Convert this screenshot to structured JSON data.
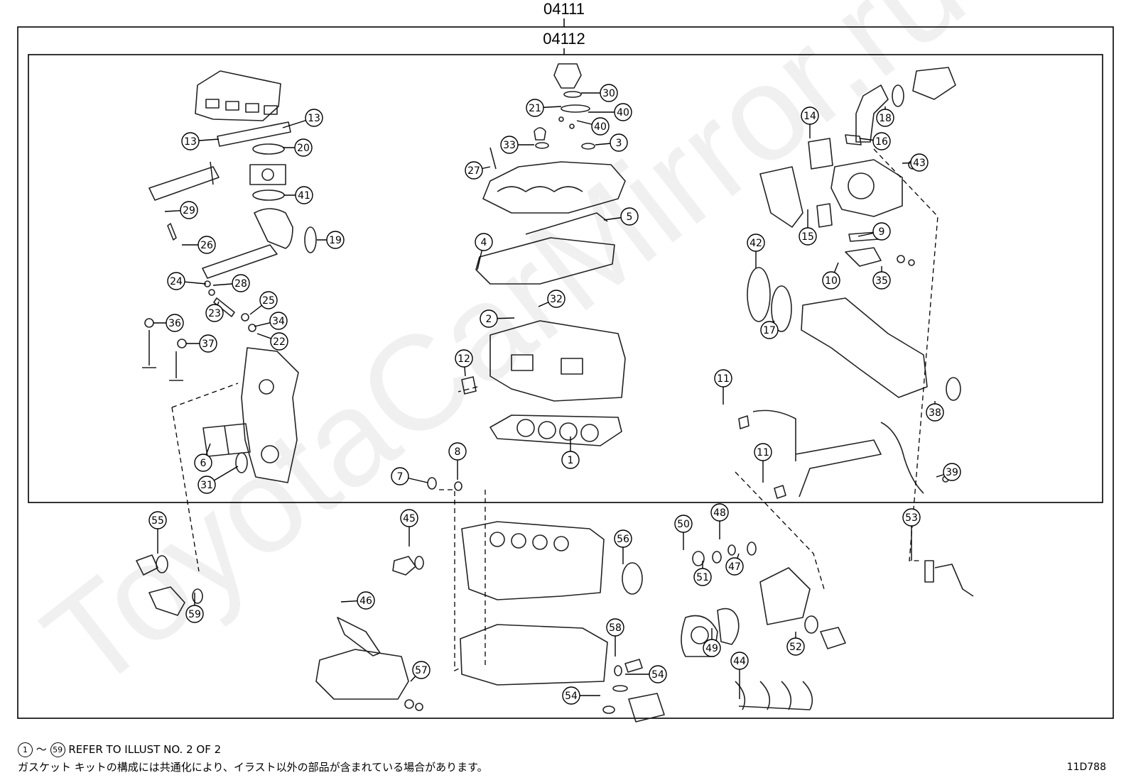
{
  "diagram": {
    "outer_assembly": "04111",
    "inner_assembly": "04112",
    "figure_code": "11D788",
    "watermark": "ToyotaCarMirror.ru",
    "footnote": {
      "range_start": "1",
      "range_sep": "～",
      "range_end": "59",
      "text": "REFER TO ILLUST NO. 2 OF 2",
      "jp_note": "ガスケット キットの構成には共通化により、イラスト以外の部品が含まれている場合があります。"
    },
    "callouts": [
      {
        "num": "13"
      },
      {
        "num": "13"
      },
      {
        "num": "20"
      },
      {
        "num": "41"
      },
      {
        "num": "19"
      },
      {
        "num": "29"
      },
      {
        "num": "26"
      },
      {
        "num": "24"
      },
      {
        "num": "28"
      },
      {
        "num": "23"
      },
      {
        "num": "25"
      },
      {
        "num": "34"
      },
      {
        "num": "22"
      },
      {
        "num": "36"
      },
      {
        "num": "37"
      },
      {
        "num": "6"
      },
      {
        "num": "31"
      },
      {
        "num": "30"
      },
      {
        "num": "21"
      },
      {
        "num": "40"
      },
      {
        "num": "40"
      },
      {
        "num": "33"
      },
      {
        "num": "3"
      },
      {
        "num": "27"
      },
      {
        "num": "5"
      },
      {
        "num": "4"
      },
      {
        "num": "32"
      },
      {
        "num": "2"
      },
      {
        "num": "12"
      },
      {
        "num": "1"
      },
      {
        "num": "8"
      },
      {
        "num": "7"
      },
      {
        "num": "18"
      },
      {
        "num": "14"
      },
      {
        "num": "16"
      },
      {
        "num": "43"
      },
      {
        "num": "15"
      },
      {
        "num": "9"
      },
      {
        "num": "42"
      },
      {
        "num": "10"
      },
      {
        "num": "35"
      },
      {
        "num": "17"
      },
      {
        "num": "11"
      },
      {
        "num": "38"
      },
      {
        "num": "11"
      },
      {
        "num": "39"
      },
      {
        "num": "55"
      },
      {
        "num": "59"
      },
      {
        "num": "45"
      },
      {
        "num": "46"
      },
      {
        "num": "57"
      },
      {
        "num": "56"
      },
      {
        "num": "58"
      },
      {
        "num": "54"
      },
      {
        "num": "54"
      },
      {
        "num": "50"
      },
      {
        "num": "48"
      },
      {
        "num": "51"
      },
      {
        "num": "47"
      },
      {
        "num": "49"
      },
      {
        "num": "44"
      },
      {
        "num": "52"
      },
      {
        "num": "53"
      }
    ]
  }
}
